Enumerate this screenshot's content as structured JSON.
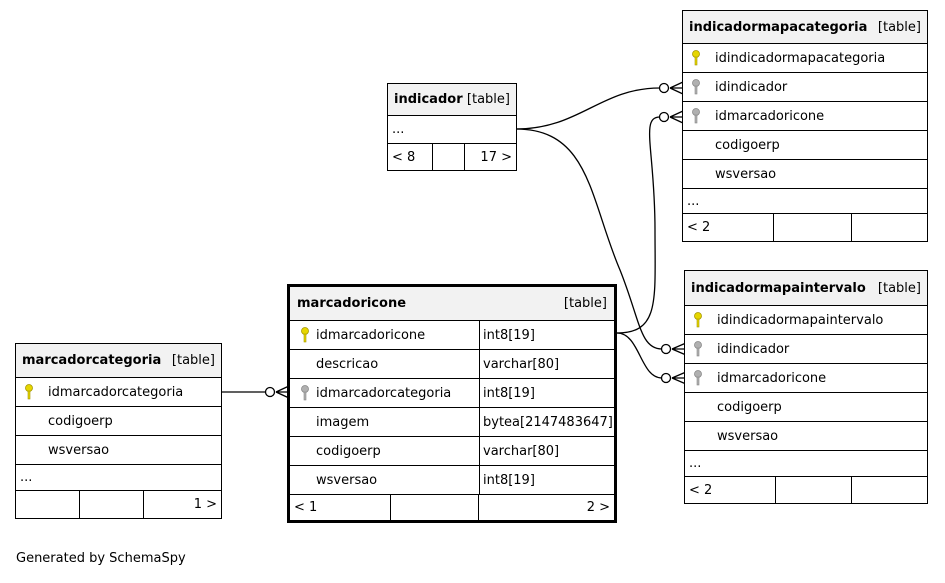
{
  "tables": {
    "indicadormapacategoria": {
      "name": "indicadormapacategoria",
      "type": "[table]",
      "columns": [
        {
          "name": "idindicadormapacategoria",
          "key": "primary"
        },
        {
          "name": "idindicador",
          "key": "foreign"
        },
        {
          "name": "idmarcadoricone",
          "key": "foreign"
        },
        {
          "name": "codigoerp",
          "key": "none"
        },
        {
          "name": "wsversao",
          "key": "none"
        }
      ],
      "more": "...",
      "nav": [
        "< 2",
        "",
        ""
      ]
    },
    "indicador": {
      "name": "indicador",
      "type": "[table]",
      "more": "...",
      "nav": [
        "< 8",
        "",
        "17 >"
      ]
    },
    "indicadormapaintervalo": {
      "name": "indicadormapaintervalo",
      "type": "[table]",
      "columns": [
        {
          "name": "idindicadormapaintervalo",
          "key": "primary"
        },
        {
          "name": "idindicador",
          "key": "foreign"
        },
        {
          "name": "idmarcadoricone",
          "key": "foreign"
        },
        {
          "name": "codigoerp",
          "key": "none"
        },
        {
          "name": "wsversao",
          "key": "none"
        }
      ],
      "more": "...",
      "nav": [
        "< 2",
        "",
        ""
      ]
    },
    "marcadoricone": {
      "name": "marcadoricone",
      "type": "[table]",
      "columns": [
        {
          "name": "idmarcadoricone",
          "type": "int8[19]",
          "key": "primary"
        },
        {
          "name": "descricao",
          "type": "varchar[80]",
          "key": "none"
        },
        {
          "name": "idmarcadorcategoria",
          "type": "int8[19]",
          "key": "foreign"
        },
        {
          "name": "imagem",
          "type": "bytea[2147483647]",
          "key": "none"
        },
        {
          "name": "codigoerp",
          "type": "varchar[80]",
          "key": "none"
        },
        {
          "name": "wsversao",
          "type": "int8[19]",
          "key": "none"
        }
      ],
      "nav": [
        "< 1",
        "",
        "2 >"
      ]
    },
    "marcadorcategoria": {
      "name": "marcadorcategoria",
      "type": "[table]",
      "columns": [
        {
          "name": "idmarcadorcategoria",
          "key": "primary"
        },
        {
          "name": "codigoerp",
          "key": "none"
        },
        {
          "name": "wsversao",
          "key": "none"
        }
      ],
      "more": "...",
      "nav": [
        "",
        "",
        "1 >"
      ]
    }
  },
  "colors": {
    "primary_key": "#e6d600",
    "foreign_key": "#b0b0b0",
    "header_bg": "#f2f2f2"
  },
  "footer": "Generated by SchemaSpy"
}
